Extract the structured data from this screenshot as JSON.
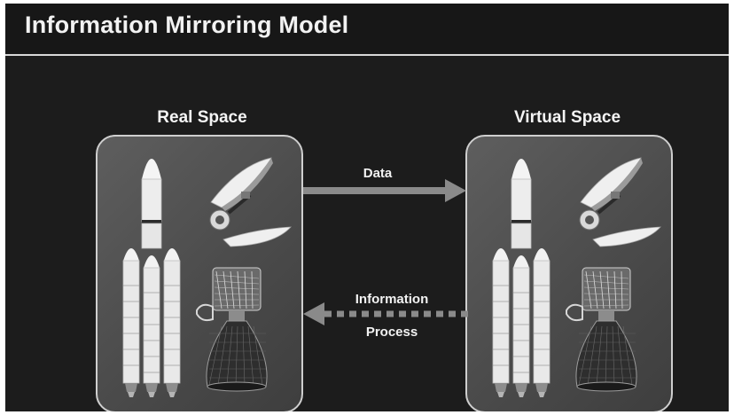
{
  "slide": {
    "title": "Information Mirroring Model"
  },
  "real_space": {
    "label": "Real Space"
  },
  "virtual_space": {
    "label": "Virtual Space"
  },
  "data_flow": {
    "label": "Data"
  },
  "information_flow": {
    "label_line1": "Information",
    "label_line2": "Process"
  },
  "icons": {
    "rocket": "rocket-icon",
    "satellite": "satellite-icon",
    "engine": "engine-icon"
  },
  "colors": {
    "background": "#1c1c1c",
    "panel": "#555555",
    "panel_border": "#cfcfcf",
    "arrow": "#8a8a8a",
    "text": "#f2f2f2"
  }
}
